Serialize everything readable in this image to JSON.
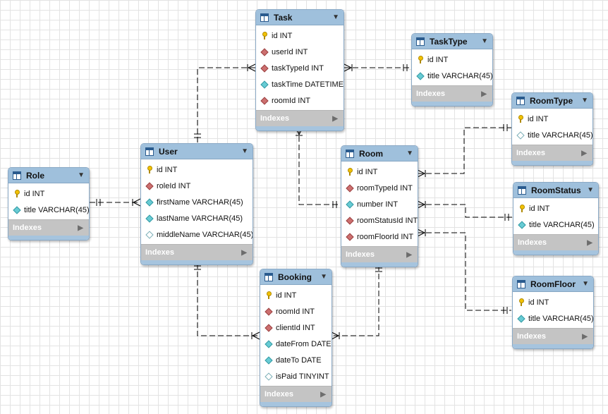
{
  "tables": {
    "task": {
      "name": "Task",
      "columns": [
        {
          "label": "id INT",
          "kind": "pk"
        },
        {
          "label": "userId INT",
          "kind": "fk"
        },
        {
          "label": "taskTypeId INT",
          "kind": "fk"
        },
        {
          "label": "taskTime DATETIME",
          "kind": "col"
        },
        {
          "label": "roomId INT",
          "kind": "fk"
        }
      ],
      "indexes": "Indexes"
    },
    "tasktype": {
      "name": "TaskType",
      "columns": [
        {
          "label": "id INT",
          "kind": "pk"
        },
        {
          "label": "title VARCHAR(45)",
          "kind": "col"
        }
      ],
      "indexes": "Indexes"
    },
    "roomtype": {
      "name": "RoomType",
      "columns": [
        {
          "label": "id INT",
          "kind": "pk"
        },
        {
          "label": "title VARCHAR(45)",
          "kind": "nul"
        }
      ],
      "indexes": "Indexes"
    },
    "user": {
      "name": "User",
      "columns": [
        {
          "label": "id INT",
          "kind": "pk"
        },
        {
          "label": "roleId INT",
          "kind": "fk"
        },
        {
          "label": "firstName VARCHAR(45)",
          "kind": "col"
        },
        {
          "label": "lastName VARCHAR(45)",
          "kind": "col"
        },
        {
          "label": "middleName VARCHAR(45)",
          "kind": "nul"
        }
      ],
      "indexes": "Indexes"
    },
    "room": {
      "name": "Room",
      "columns": [
        {
          "label": "id INT",
          "kind": "pk"
        },
        {
          "label": "roomTypeId INT",
          "kind": "fk"
        },
        {
          "label": "number INT",
          "kind": "col"
        },
        {
          "label": "roomStatusId INT",
          "kind": "fk"
        },
        {
          "label": "roomFloorId INT",
          "kind": "fk"
        }
      ],
      "indexes": "Indexes"
    },
    "role": {
      "name": "Role",
      "columns": [
        {
          "label": "id INT",
          "kind": "pk"
        },
        {
          "label": "title VARCHAR(45)",
          "kind": "col"
        }
      ],
      "indexes": "Indexes"
    },
    "roomstatus": {
      "name": "RoomStatus",
      "columns": [
        {
          "label": "id INT",
          "kind": "pk"
        },
        {
          "label": "title VARCHAR(45)",
          "kind": "col"
        }
      ],
      "indexes": "Indexes"
    },
    "booking": {
      "name": "Booking",
      "columns": [
        {
          "label": "id INT",
          "kind": "pk"
        },
        {
          "label": "roomId INT",
          "kind": "fk"
        },
        {
          "label": "clientId INT",
          "kind": "fk"
        },
        {
          "label": "dateFrom DATE",
          "kind": "col"
        },
        {
          "label": "dateTo DATE",
          "kind": "col"
        },
        {
          "label": "isPaid TINYINT",
          "kind": "nul"
        }
      ],
      "indexes": "Indexes"
    },
    "roomfloor": {
      "name": "RoomFloor",
      "columns": [
        {
          "label": "id INT",
          "kind": "pk"
        },
        {
          "label": "title VARCHAR(45)",
          "kind": "col"
        }
      ],
      "indexes": "Indexes"
    }
  },
  "icons": {
    "table": "table-icon",
    "collapse": "dropdown-arrow-icon",
    "indexes": "expand-arrow-icon",
    "pk": "primary-key-icon",
    "fk": "foreign-key-icon",
    "col": "column-icon",
    "nul": "nullable-column-icon"
  },
  "colors": {
    "header": "#9fc0dc",
    "indexes_bar": "#c4c4c4",
    "pk_key": "#f2c200",
    "fk": "#cc6f6f",
    "column": "#67cbd4",
    "relationship_line": "#000000"
  }
}
